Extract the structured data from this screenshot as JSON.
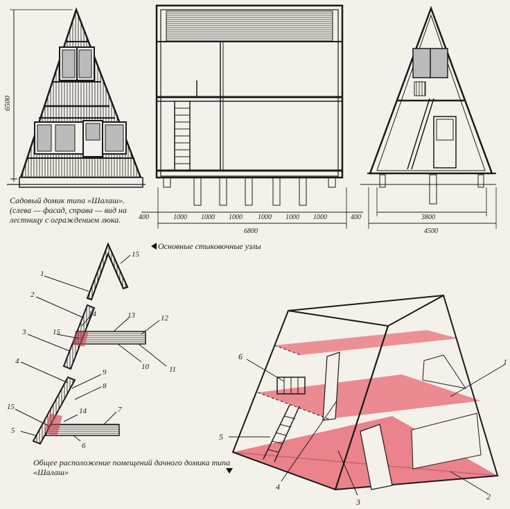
{
  "captions": {
    "main": "Садовый домик типа «Шалаш». (слева — фасад, справа — вид на лестницу с ограждением люка.",
    "joints": "Основные стыковочные узлы",
    "layout": "Общее расположение помещений дачного домика типа «Шалаш»"
  },
  "dimensions": {
    "height": "6500",
    "left_offset": "400",
    "right_offset": "400",
    "spans": [
      "1000",
      "1000",
      "1000",
      "1000",
      "1000",
      "1000"
    ],
    "total_length": "6800",
    "inner_width": "3800",
    "outer_width": "4500"
  },
  "joint_labels": [
    "1",
    "2",
    "3",
    "4",
    "5",
    "15",
    "14",
    "13",
    "12",
    "11",
    "10",
    "9",
    "8",
    "7",
    "6",
    "15",
    "14",
    "15"
  ],
  "layout_labels": [
    "6",
    "5",
    "4",
    "3",
    "2",
    "1"
  ],
  "colors": {
    "ink": "#1a1a1a",
    "paper": "#f4f1ea",
    "room_fill": "#e8707a",
    "room_fill_light": "#f2a9b0"
  }
}
